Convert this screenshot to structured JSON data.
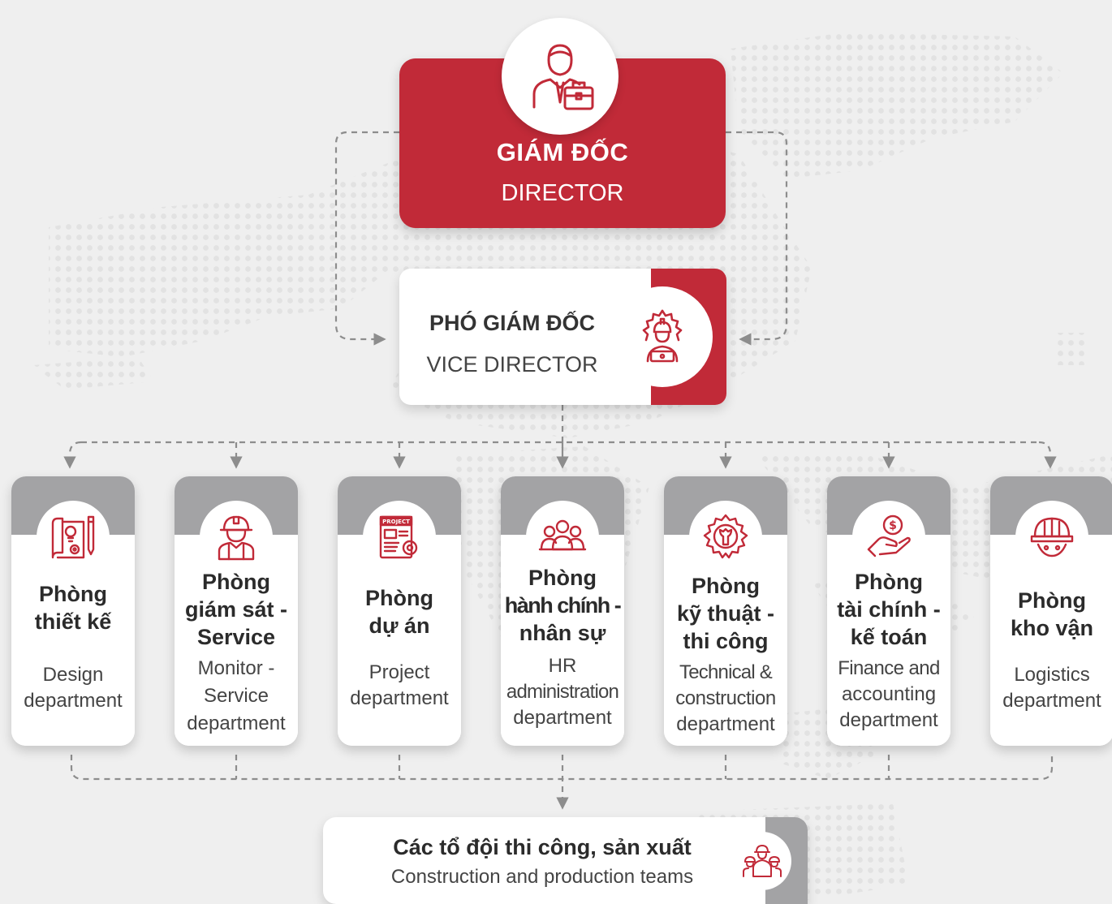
{
  "colors": {
    "primary": "#c12a38",
    "gray": "#a3a3a5",
    "line": "#8d8d8d",
    "background": "#efefef"
  },
  "director": {
    "title_vi": "GIÁM ĐỐC",
    "title_en": "DIRECTOR",
    "icon": "businessman-briefcase-icon"
  },
  "vice_director": {
    "title_vi": "PHÓ GIÁM ĐỐC",
    "title_en": "VICE DIRECTOR",
    "icon": "engineer-laptop-gear-icon"
  },
  "departments": [
    {
      "vi": [
        "Phòng",
        "thiết kế"
      ],
      "en": [
        "Design",
        "department"
      ],
      "icon": "blueprint-design-icon"
    },
    {
      "vi": [
        "Phòng",
        "giám sát -",
        "Service"
      ],
      "en": [
        "Monitor -",
        "Service",
        "department"
      ],
      "icon": "worker-helmet-icon"
    },
    {
      "vi": [
        "Phòng",
        "dự án"
      ],
      "en": [
        "Project",
        "department"
      ],
      "icon": "project-document-icon"
    },
    {
      "vi": [
        "Phòng",
        "hành chính -",
        "nhân sự"
      ],
      "en": [
        "HR",
        "administration",
        "department"
      ],
      "icon": "people-group-icon"
    },
    {
      "vi": [
        "Phòng",
        "kỹ thuật -",
        "thi công"
      ],
      "en": [
        "Technical &",
        "construction",
        "department"
      ],
      "icon": "wrench-gear-icon"
    },
    {
      "vi": [
        "Phòng",
        "tài chính -",
        "kế toán"
      ],
      "en": [
        "Finance and",
        "accounting",
        "department"
      ],
      "icon": "money-hand-icon"
    },
    {
      "vi": [
        "Phòng",
        "kho vận"
      ],
      "en": [
        "Logistics",
        "department"
      ],
      "icon": "hard-hat-icon"
    }
  ],
  "teams": {
    "title_vi": "Các tổ đội thi công, sản xuất",
    "title_en": "Construction and production teams",
    "icon": "worker-team-icon"
  }
}
